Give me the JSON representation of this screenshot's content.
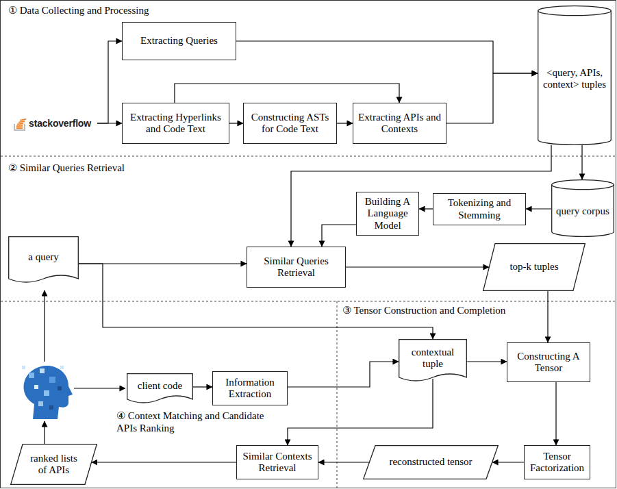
{
  "diagram": {
    "nodes": [
      {
        "text": [
          "Extracting Queries"
        ]
      },
      {
        "text": [
          "<query, APIs, context> tuples"
        ]
      },
      {
        "text": [
          "stackoverflow"
        ]
      },
      {
        "text": [
          "Extracting Hyperlinks and Code Text"
        ]
      },
      {
        "text": [
          "Constructing ASTs for Code Text"
        ]
      },
      {
        "text": [
          "Extracting APIs and Contexts"
        ]
      },
      {
        "text": [
          "Building A Language Model"
        ]
      },
      {
        "text": [
          "Tokenizing and Stemming"
        ]
      },
      {
        "text": [
          "query corpus"
        ]
      },
      {
        "text": [
          "a query"
        ]
      },
      {
        "text": [
          "Similar Queries Retrieval"
        ]
      },
      {
        "text": [
          "top-k tuples"
        ]
      },
      {
        "text": [
          "contextual tuple"
        ]
      },
      {
        "text": [
          "client code"
        ]
      },
      {
        "text": [
          "Information Extraction"
        ]
      },
      {
        "text": [
          "Constructing A Tensor"
        ]
      },
      {
        "text": [
          "Similar Contexts Retrieval"
        ]
      },
      {
        "text": [
          "reconstructed tensor"
        ]
      },
      {
        "text": [
          "ranked lists of APIs"
        ]
      },
      {
        "text": [
          "Tensor Factorization"
        ]
      }
    ],
    "edges": [
      {
        "from": 2,
        "to": 0,
        "arrow": "to"
      },
      {
        "from": 2,
        "to": 3,
        "arrow": "to"
      },
      {
        "from": 3,
        "to": 4,
        "arrow": "to"
      },
      {
        "from": 4,
        "to": 5,
        "arrow": "to"
      },
      {
        "from": 3,
        "to": 5,
        "arrow": "to"
      },
      {
        "from": 0,
        "to": 1,
        "arrow": "to"
      },
      {
        "from": 5,
        "to": 1,
        "arrow": "to"
      },
      {
        "from": 1,
        "to": 8,
        "arrow": "to"
      },
      {
        "from": 8,
        "to": 7,
        "arrow": "to"
      },
      {
        "from": 7,
        "to": 6,
        "arrow": "to"
      },
      {
        "from": 1,
        "to": 10,
        "arrow": "to"
      },
      {
        "from": 6,
        "to": 10,
        "arrow": "to"
      },
      {
        "from": 9,
        "to": 10,
        "arrow": "to"
      },
      {
        "from": 10,
        "to": 11,
        "arrow": "to"
      },
      {
        "from": 9,
        "to": 12,
        "arrow": "to"
      },
      {
        "from": 11,
        "to": 15,
        "arrow": "to"
      },
      {
        "from": 13,
        "to": 14,
        "arrow": "to"
      },
      {
        "from": 14,
        "to": 12,
        "arrow": "to"
      },
      {
        "from": 12,
        "to": 15,
        "arrow": "to"
      },
      {
        "from": 15,
        "to": 19,
        "arrow": "to"
      },
      {
        "from": 19,
        "to": 17,
        "arrow": "to"
      },
      {
        "from": 17,
        "to": 16,
        "arrow": "to"
      },
      {
        "from": 12,
        "to": 16,
        "arrow": "to"
      },
      {
        "from": 16,
        "to": 18,
        "arrow": "to"
      }
    ],
    "labels": [
      "① Data Collecting and Processing",
      "② Similar Queries Retrieval",
      "③ Tensor Construction and Completion",
      "④ Context Matching and Candidate APIs Ranking"
    ]
  }
}
